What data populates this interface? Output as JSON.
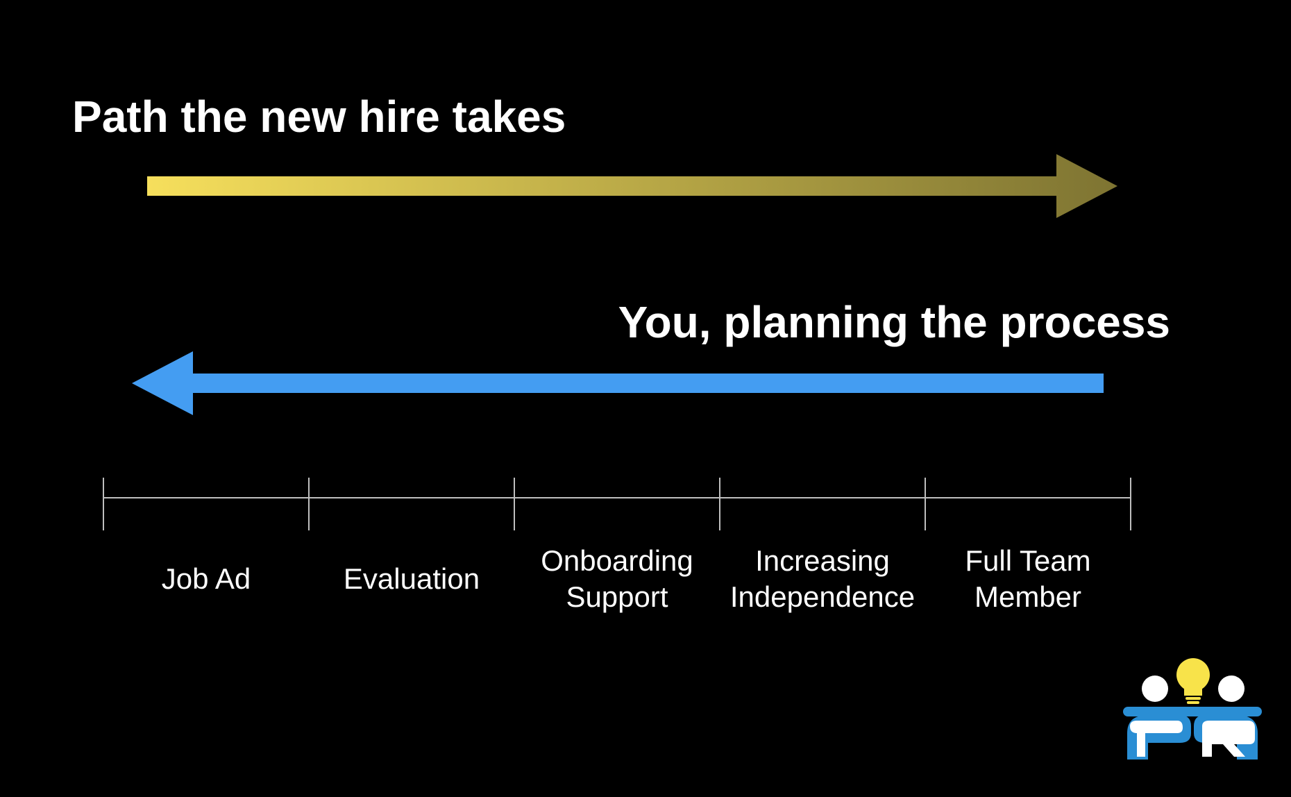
{
  "slide": {
    "top_heading": "Path the new hire takes",
    "bottom_heading": "You, planning the process"
  },
  "colors": {
    "background": "#000000",
    "forward_arrow_start": "#F6DF5C",
    "forward_arrow_end": "#7E7432",
    "backward_arrow": "#449DF2",
    "timeline_line": "#BFBFBF",
    "text": "#FFFFFF",
    "logo_blue": "#2A8ED4",
    "logo_bulb": "#F8E34A"
  },
  "timeline": {
    "stages": [
      {
        "label": "Job Ad"
      },
      {
        "label": "Evaluation"
      },
      {
        "label": "Onboarding\nSupport"
      },
      {
        "label": "Increasing\nIndependence"
      },
      {
        "label": "Full Team\nMember"
      }
    ]
  },
  "logo": {
    "icon": "team-lightbulb-logo-icon"
  }
}
